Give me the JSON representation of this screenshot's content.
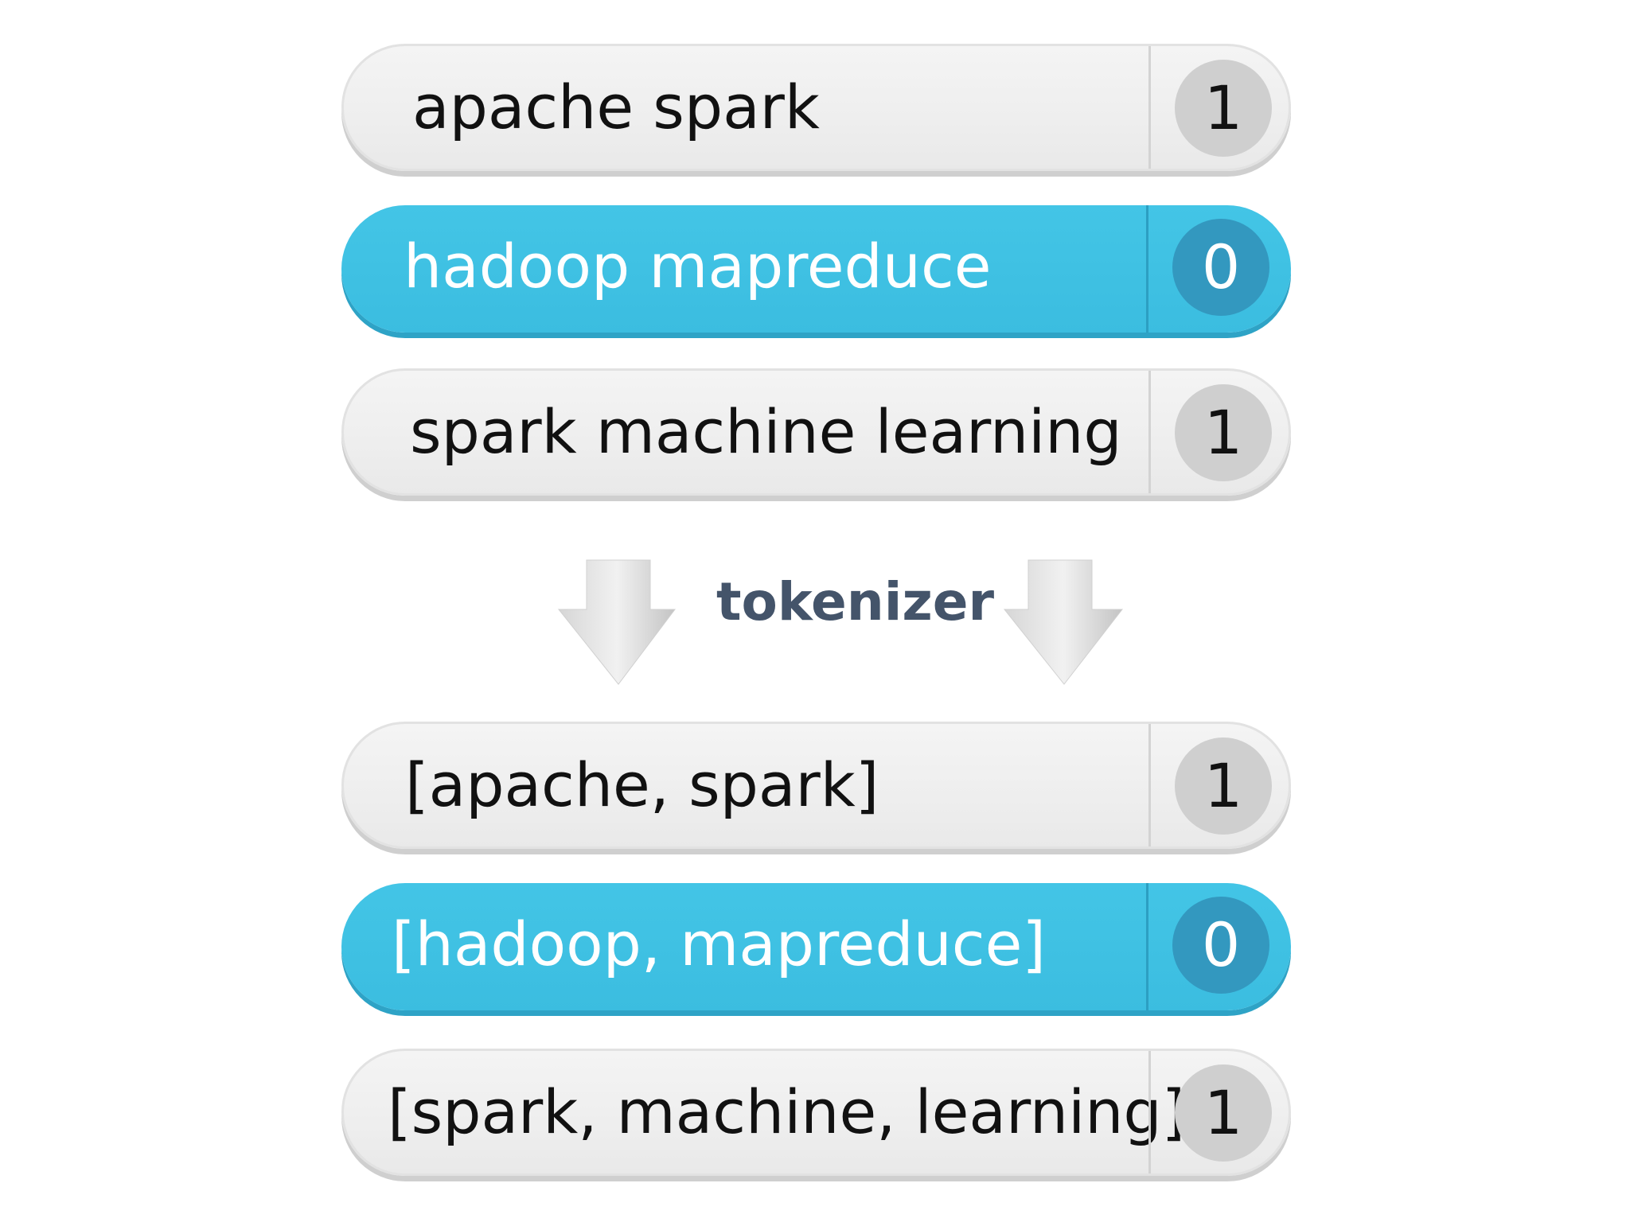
{
  "input_rows": [
    {
      "text": "apache spark",
      "label": "1",
      "style": "gray"
    },
    {
      "text": "hadoop mapreduce",
      "label": "0",
      "style": "blue"
    },
    {
      "text": "spark machine learning",
      "label": "1",
      "style": "gray"
    }
  ],
  "transform": {
    "label": "tokenizer",
    "arrow_icon": "down-arrow-icon"
  },
  "output_rows": [
    {
      "text": "[apache, spark]",
      "label": "1",
      "style": "gray"
    },
    {
      "text": "[hadoop, mapreduce]",
      "label": "0",
      "style": "blue"
    },
    {
      "text": "[spark, machine, learning]",
      "label": "1",
      "style": "gray"
    }
  ],
  "colors": {
    "accent_blue": "#3bbde0",
    "badge_blue": "#3398bf",
    "row_gray": "#eeeeee",
    "badge_gray": "#cfcfcf",
    "tokenizer_text": "#44546a"
  }
}
